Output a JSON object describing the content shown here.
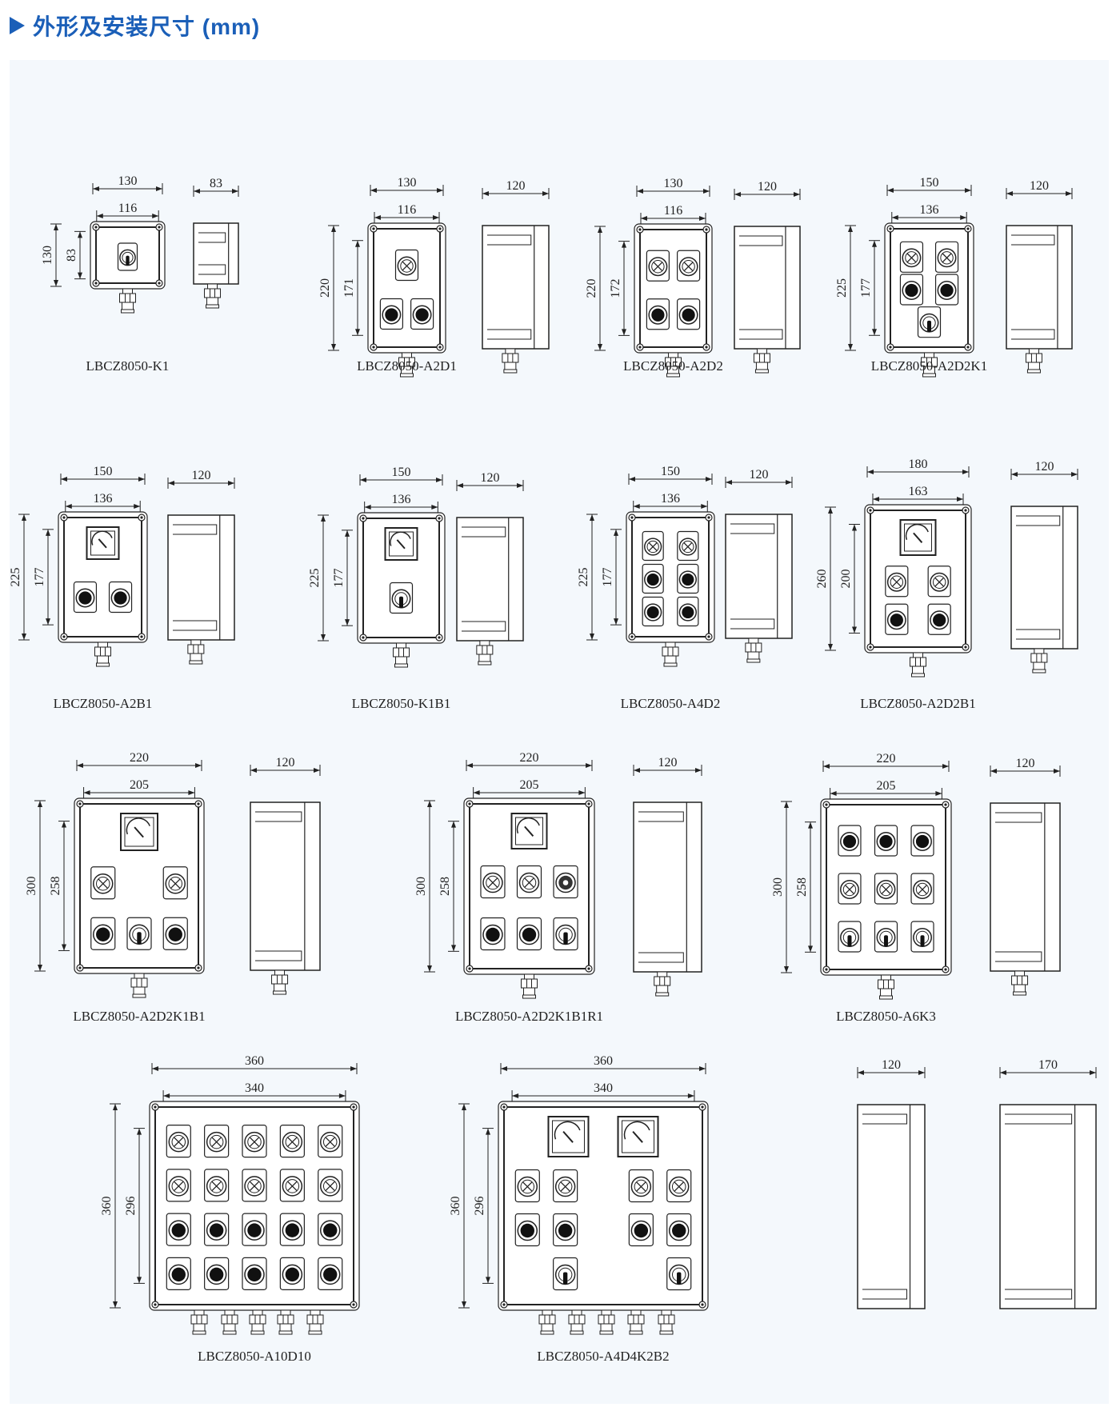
{
  "header": {
    "title": "外形及安装尺寸 (mm)",
    "accent": "#1b5fb8"
  },
  "panel_bg": "#f4f8fc",
  "items": [
    {
      "label": "LBCZ8050-K1",
      "front": {
        "width": "130",
        "inner_width": "116",
        "height": "130",
        "inner_height": "83"
      },
      "side": {
        "depth": "83"
      },
      "components": {
        "meter": 0,
        "rows": [
          [
            "K"
          ]
        ]
      }
    },
    {
      "label": "LBCZ8050-A2D1",
      "front": {
        "width": "130",
        "inner_width": "116",
        "height": "220",
        "inner_height": "171"
      },
      "side": {
        "depth": "120"
      },
      "components": {
        "meter": 0,
        "rows": [
          [
            "A"
          ],
          [
            "D",
            "D"
          ]
        ]
      }
    },
    {
      "label": "LBCZ8050-A2D2",
      "front": {
        "width": "130",
        "inner_width": "116",
        "height": "220",
        "inner_height": "172"
      },
      "side": {
        "depth": "120"
      },
      "components": {
        "meter": 0,
        "rows": [
          [
            "A",
            "A"
          ],
          [
            "D",
            "D"
          ]
        ]
      }
    },
    {
      "label": "LBCZ8050-A2D2K1",
      "front": {
        "width": "150",
        "inner_width": "136",
        "height": "225",
        "inner_height": "177"
      },
      "side": {
        "depth": "120"
      },
      "components": {
        "meter": 0,
        "rows": [
          [
            "A",
            "A"
          ],
          [
            "D",
            "D"
          ],
          [
            "K"
          ]
        ]
      }
    },
    {
      "label": "LBCZ8050-A2B1",
      "front": {
        "width": "150",
        "inner_width": "136",
        "height": "225",
        "inner_height": "177"
      },
      "side": {
        "depth": "120"
      },
      "components": {
        "meter": 1,
        "rows": [
          [
            "D",
            "D"
          ]
        ]
      }
    },
    {
      "label": "LBCZ8050-K1B1",
      "front": {
        "width": "150",
        "inner_width": "136",
        "height": "225",
        "inner_height": "177"
      },
      "side": {
        "depth": "120"
      },
      "components": {
        "meter": 1,
        "rows": [
          [
            "K"
          ]
        ]
      }
    },
    {
      "label": "LBCZ8050-A4D2",
      "front": {
        "width": "150",
        "inner_width": "136",
        "height": "225",
        "inner_height": "177"
      },
      "side": {
        "depth": "120"
      },
      "components": {
        "meter": 0,
        "rows": [
          [
            "A",
            "A"
          ],
          [
            "D",
            "D"
          ],
          [
            "D",
            "D"
          ]
        ]
      }
    },
    {
      "label": "LBCZ8050-A2D2B1",
      "front": {
        "width": "180",
        "inner_width": "163",
        "height": "260",
        "inner_height": "200"
      },
      "side": {
        "depth": "120"
      },
      "components": {
        "meter": 1,
        "rows": [
          [
            "A",
            "A"
          ],
          [
            "D",
            "D"
          ]
        ]
      }
    },
    {
      "label": "LBCZ8050-A2D2K1B1",
      "front": {
        "width": "220",
        "inner_width": "205",
        "height": "300",
        "inner_height": "258"
      },
      "side": {
        "depth": "120"
      },
      "components": {
        "meter": 1,
        "rows": [
          [
            "A",
            "",
            "A"
          ],
          [
            "D",
            "K",
            "D"
          ]
        ]
      }
    },
    {
      "label": "LBCZ8050-A2D2K1B1R1",
      "front": {
        "width": "220",
        "inner_width": "205",
        "height": "300",
        "inner_height": "258"
      },
      "side": {
        "depth": "120"
      },
      "components": {
        "meter": 1,
        "rows": [
          [
            "A",
            "A",
            "R"
          ],
          [
            "D",
            "D",
            "K"
          ]
        ]
      }
    },
    {
      "label": "LBCZ8050-A6K3",
      "front": {
        "width": "220",
        "inner_width": "205",
        "height": "300",
        "inner_height": "258"
      },
      "side": {
        "depth": "120"
      },
      "components": {
        "meter": 0,
        "rows": [
          [
            "D",
            "D",
            "D"
          ],
          [
            "A",
            "A",
            "A"
          ],
          [
            "K",
            "K",
            "K"
          ]
        ]
      }
    },
    {
      "label": "LBCZ8050-A10D10",
      "front": {
        "width": "360",
        "inner_width": "340",
        "height": "360",
        "inner_height": "296"
      },
      "components": {
        "meter": 0,
        "rows": [
          [
            "A",
            "A",
            "A",
            "A",
            "A"
          ],
          [
            "A",
            "A",
            "A",
            "A",
            "A"
          ],
          [
            "D",
            "D",
            "D",
            "D",
            "D"
          ],
          [
            "D",
            "D",
            "D",
            "D",
            "D"
          ]
        ]
      }
    },
    {
      "label": "LBCZ8050-A4D4K2B2",
      "front": {
        "width": "360",
        "inner_width": "340",
        "height": "360",
        "inner_height": "296"
      },
      "components": {
        "meter": 2,
        "rows": [
          [
            "A",
            "A",
            "",
            "A",
            "A"
          ],
          [
            "D",
            "D",
            "",
            "D",
            "D"
          ],
          [
            "",
            "K",
            "",
            "",
            "K"
          ]
        ]
      }
    }
  ],
  "extra_sides": [
    {
      "depth": "120"
    },
    {
      "depth": "170"
    }
  ]
}
